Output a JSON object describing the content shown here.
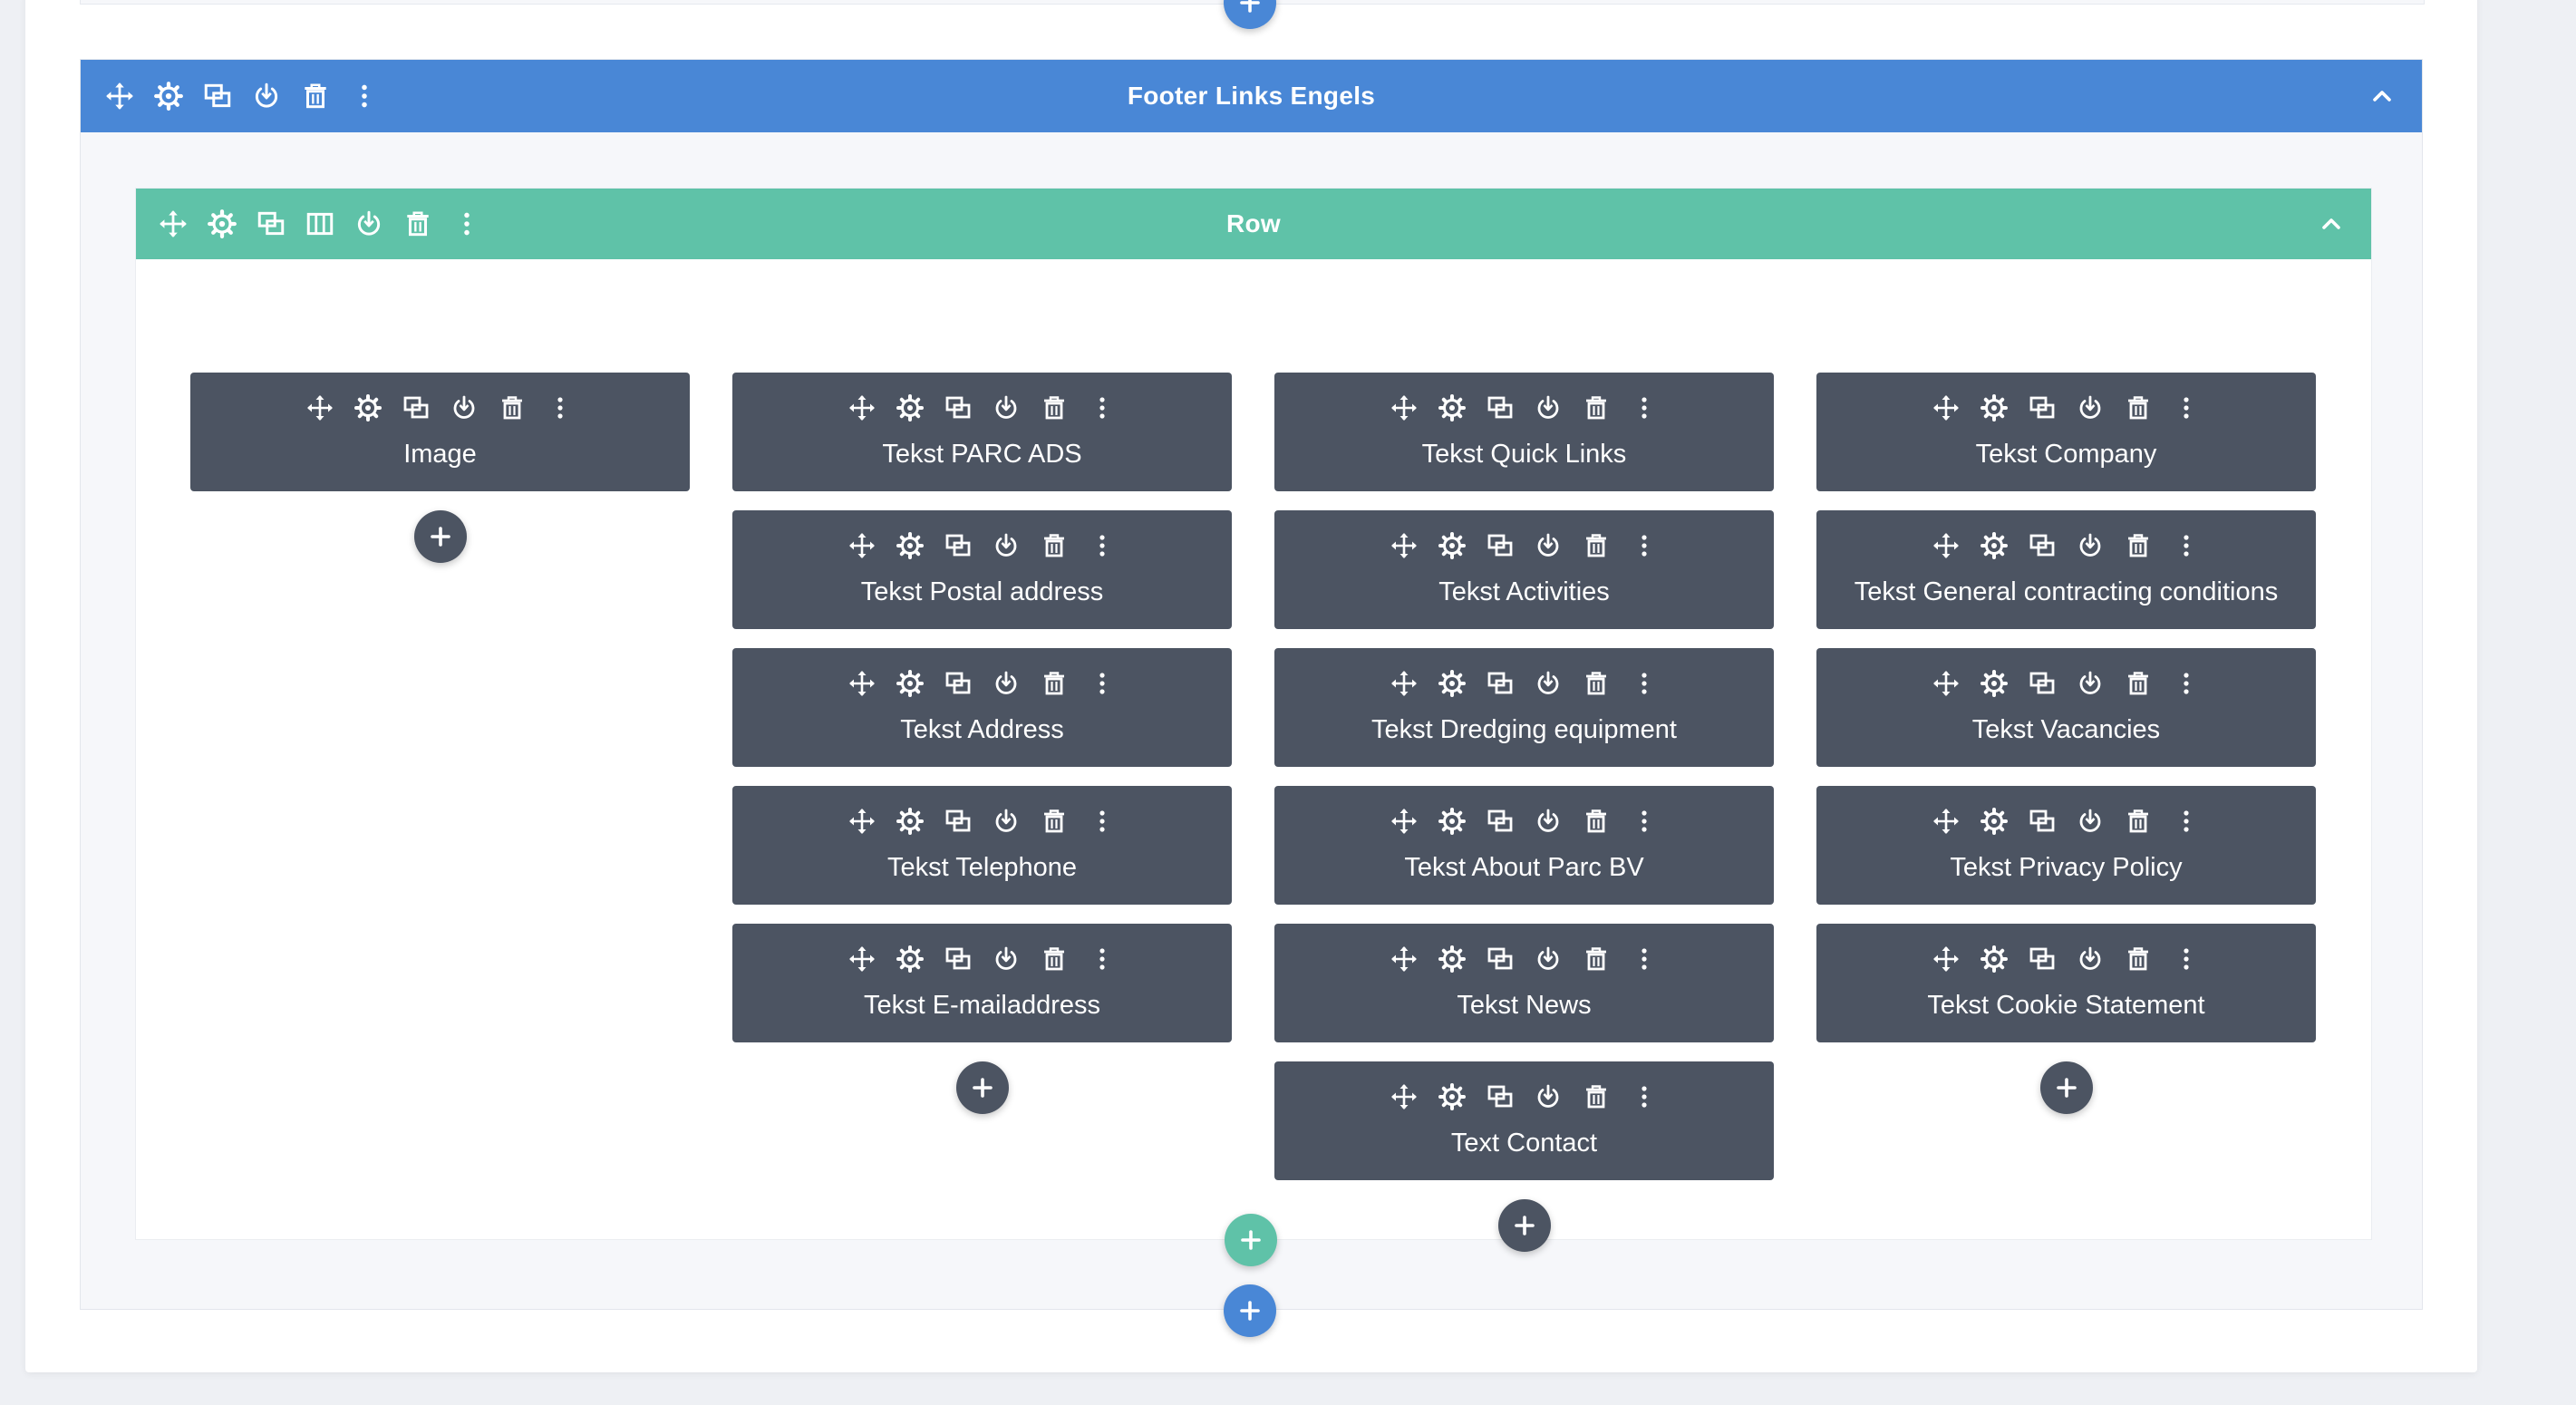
{
  "section": {
    "title": "Footer Links Engels",
    "color": "#4987d6"
  },
  "row": {
    "title": "Row",
    "color": "#5fc2a8"
  },
  "module_color": "#4c5462",
  "columns": [
    {
      "modules": [
        "Image"
      ]
    },
    {
      "modules": [
        "Tekst PARC ADS",
        "Tekst Postal address",
        "Tekst Address",
        "Tekst Telephone",
        "Tekst E-mailaddress"
      ]
    },
    {
      "modules": [
        "Tekst Quick Links",
        "Tekst Activities",
        "Tekst Dredging equipment",
        "Tekst About Parc BV",
        "Tekst News",
        "Text Contact"
      ]
    },
    {
      "modules": [
        "Tekst Company",
        "Tekst General contracting conditions",
        "Tekst Vacancies",
        "Tekst Privacy Policy",
        "Tekst Cookie Statement"
      ]
    }
  ],
  "icons": {
    "section_toolbar": [
      "move-icon",
      "settings-icon",
      "duplicate-icon",
      "save-to-library-icon",
      "delete-icon",
      "more-options-icon"
    ],
    "row_toolbar": [
      "move-icon",
      "settings-icon",
      "duplicate-icon",
      "columns-icon",
      "save-to-library-icon",
      "delete-icon",
      "more-options-icon"
    ],
    "module_toolbar": [
      "move-icon",
      "settings-icon",
      "duplicate-icon",
      "save-to-library-icon",
      "delete-icon",
      "more-options-icon"
    ],
    "collapse": "chevron-up-icon",
    "add": "plus-icon"
  }
}
